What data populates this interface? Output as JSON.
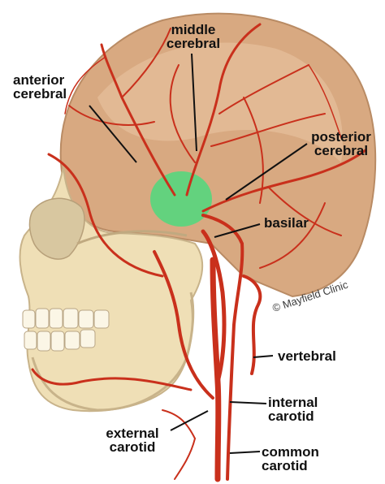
{
  "labels": {
    "middle_cerebral": [
      "middle",
      "cerebral"
    ],
    "anterior_cerebral": [
      "anterior",
      "cerebral"
    ],
    "posterior_cerebral": [
      "posterior",
      "cerebral"
    ],
    "basilar": "basilar",
    "vertebral": "vertebral",
    "internal_carotid": [
      "internal",
      "carotid"
    ],
    "external_carotid": [
      "external",
      "carotid"
    ],
    "common_carotid": [
      "common",
      "carotid"
    ]
  },
  "credit": "© Mayfield Clinic",
  "colors": {
    "artery": "#c9301c",
    "bone": "#efdfb6",
    "brain": "#d8a981",
    "circle_of_willis": "#4fd97e",
    "label_text": "#111111"
  }
}
